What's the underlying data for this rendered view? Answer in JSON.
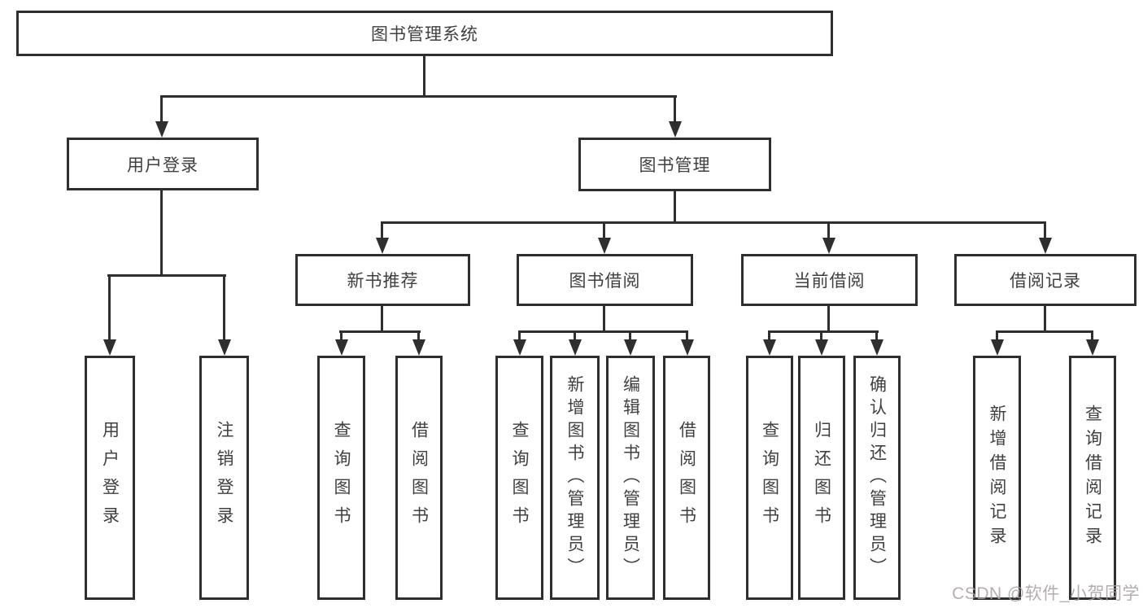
{
  "diagram": {
    "root": "图书管理系统",
    "level2": {
      "user_login": "用户登录",
      "book_mgmt": "图书管理"
    },
    "level3": {
      "new_books": "新书推荐",
      "borrow": "图书借阅",
      "current": "当前借阅",
      "records": "借阅记录"
    },
    "leaves": {
      "user_login": "用户登录",
      "logout": "注销登录",
      "nb_query": "查询图书",
      "nb_borrow": "借阅图书",
      "bw_query": "查询图书",
      "bw_add": "新增图书（管理员）",
      "bw_edit": "编辑图书（管理员）",
      "bw_borrow": "借阅图书",
      "cu_query": "查询图书",
      "cu_return": "归还图书",
      "cu_confirm": "确认归还（管理员）",
      "rc_add": "新增借阅记录",
      "rc_query": "查询借阅记录"
    }
  },
  "watermark": "CSDN @软件_小贺同学",
  "colors": {
    "line": "#2f2f2f",
    "text": "#404040",
    "watermark": "#a8a0a0",
    "background": "#ffffff"
  }
}
